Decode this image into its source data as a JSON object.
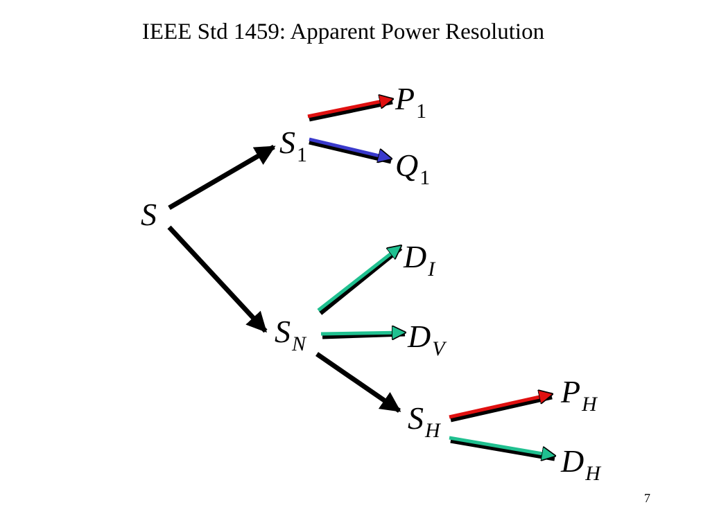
{
  "title": "IEEE Std 1459: Apparent Power Resolution",
  "page_number": "7",
  "colors": {
    "black": "#000000",
    "red": "#e01010",
    "blue": "#3a3acc",
    "teal": "#20c090"
  },
  "nodes": {
    "S": {
      "sym": "S",
      "sub": ""
    },
    "S1": {
      "sym": "S",
      "sub": "1"
    },
    "P1": {
      "sym": "P",
      "sub": "1"
    },
    "Q1": {
      "sym": "Q",
      "sub": "1"
    },
    "SN": {
      "sym": "S",
      "sub": "N"
    },
    "DI": {
      "sym": "D",
      "sub": "I"
    },
    "DV": {
      "sym": "D",
      "sub": "V"
    },
    "SH": {
      "sym": "S",
      "sub": "H"
    },
    "PH": {
      "sym": "P",
      "sub": "H"
    },
    "DH": {
      "sym": "D",
      "sub": "H"
    }
  },
  "edges": [
    {
      "id": "S-S1",
      "from": "S",
      "to": "S1",
      "color": "black"
    },
    {
      "id": "S-SN",
      "from": "S",
      "to": "SN",
      "color": "black"
    },
    {
      "id": "S1-P1",
      "from": "S1",
      "to": "P1",
      "color": "red"
    },
    {
      "id": "S1-Q1",
      "from": "S1",
      "to": "Q1",
      "color": "blue"
    },
    {
      "id": "SN-DI",
      "from": "SN",
      "to": "DI",
      "color": "teal"
    },
    {
      "id": "SN-DV",
      "from": "SN",
      "to": "DV",
      "color": "teal"
    },
    {
      "id": "SN-SH",
      "from": "SN",
      "to": "SH",
      "color": "black"
    },
    {
      "id": "SH-PH",
      "from": "SH",
      "to": "PH",
      "color": "red"
    },
    {
      "id": "SH-DH",
      "from": "SH",
      "to": "DH",
      "color": "teal"
    }
  ]
}
